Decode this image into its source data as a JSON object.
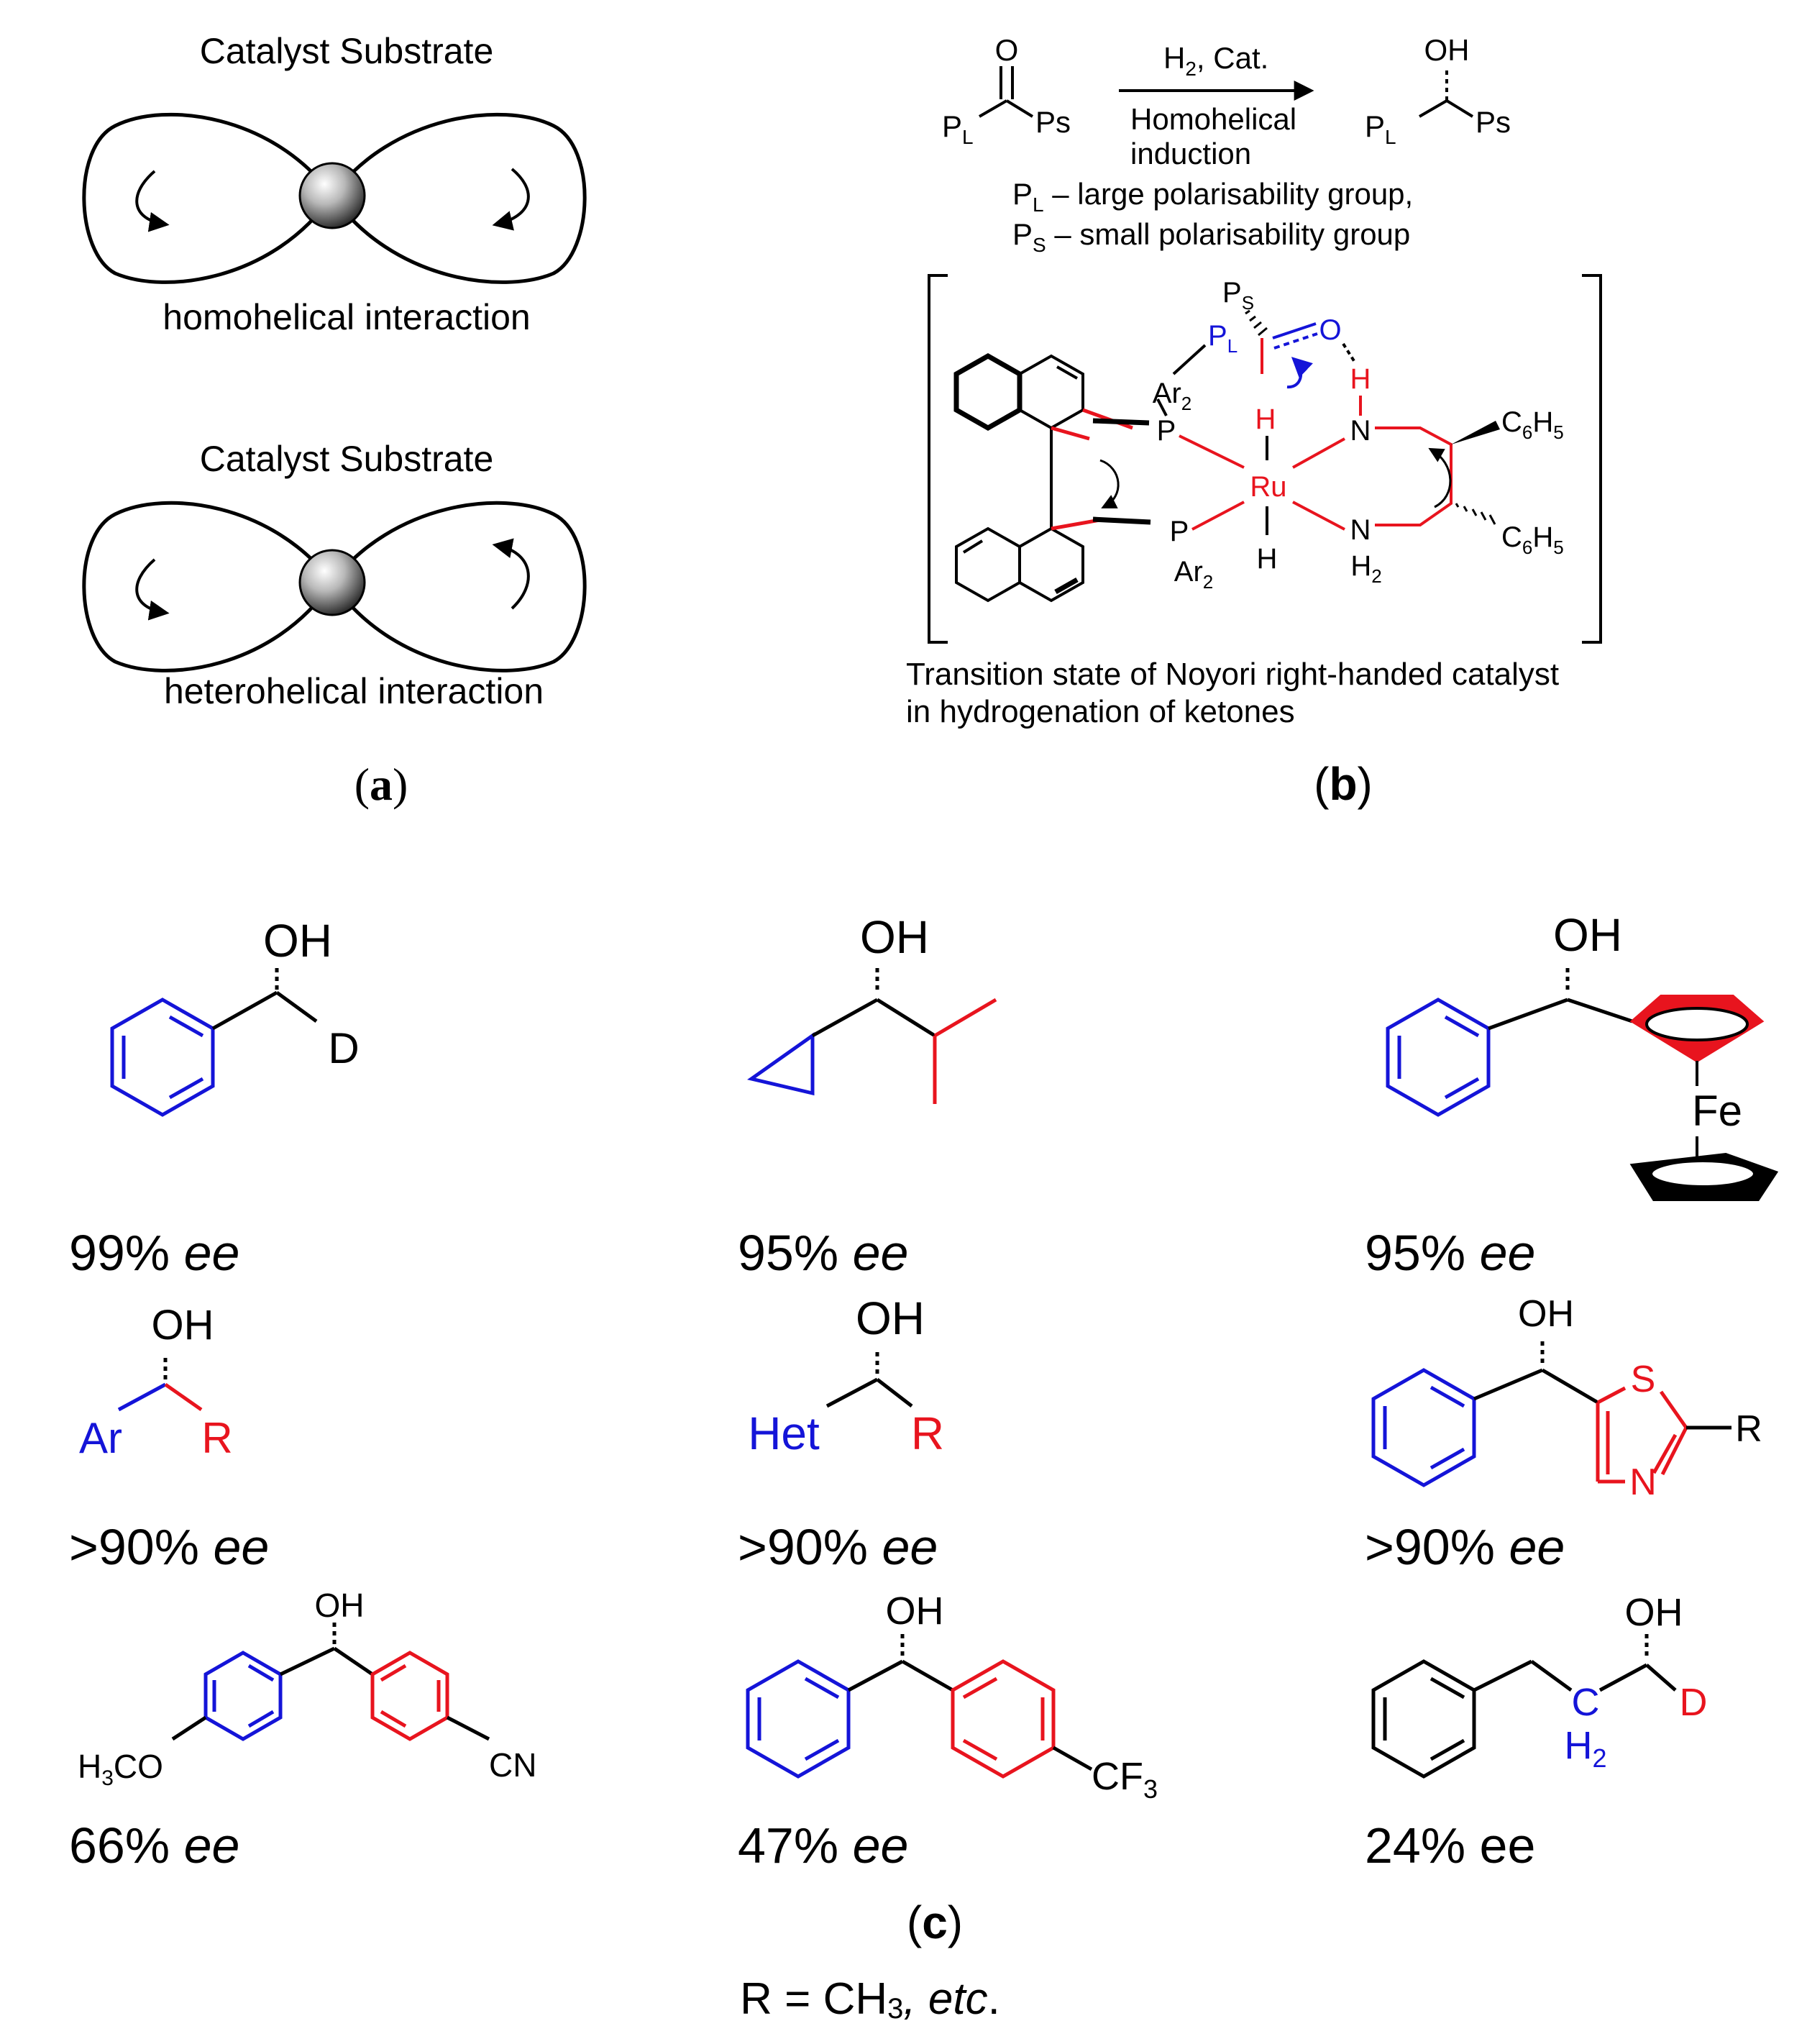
{
  "colors": {
    "ink": "#000000",
    "blue": "#1414d8",
    "red": "#e8141e"
  },
  "panel_a": {
    "label_open": "(",
    "label_letter": "a",
    "label_close": ")",
    "top": {
      "header": "Catalyst Substrate",
      "caption": "homohelical interaction"
    },
    "bottom": {
      "header": "Catalyst Substrate",
      "caption": "heterohelical interaction"
    }
  },
  "panel_b": {
    "label_open": "(",
    "label_letter": "b",
    "label_close": ")",
    "reaction": {
      "ketone_o": "O",
      "pl_base": "P",
      "pl_sub": "L",
      "ps_text": "Ps",
      "reagent_h": "H",
      "reagent_sub": "2",
      "reagent_rest": ", Cat.",
      "condition_line1": "Homohelical",
      "condition_line2": "induction",
      "product_oh": "OH",
      "product_pl_base": "P",
      "product_pl_sub": "L",
      "product_ps": "Ps"
    },
    "legend": {
      "line1_base": "P",
      "line1_sub": "L",
      "line1_rest": " – large polarisability group,",
      "line2_base": "P",
      "line2_sub": "S",
      "line2_rest": " – small polarisability group"
    },
    "ts": {
      "ps_base": "P",
      "ps_sub": "S",
      "pl_base": "P",
      "pl_sub": "L",
      "o": "O",
      "h_top": "H",
      "n_top": "N",
      "h_ru_top": "H",
      "ru": "Ru",
      "h_ru_bottom": "H",
      "p_top": "P",
      "ar_top_base": "Ar",
      "ar_top_sub": "2",
      "p_bottom": "P",
      "ar_bottom_base": "Ar",
      "ar_bottom_sub": "2",
      "n_bottom": "N",
      "h2_base": "H",
      "h2_sub": "2",
      "c6h5_top_a": "C",
      "c6h5_top_b": "6",
      "c6h5_top_c": "H",
      "c6h5_top_d": "5",
      "c6h5_bottom_a": "C",
      "c6h5_bottom_b": "6",
      "c6h5_bottom_c": "H",
      "c6h5_bottom_d": "5"
    },
    "caption_line1": "Transition state of Noyori right-handed catalyst",
    "caption_line2": "in hydrogenation of ketones"
  },
  "panel_c": {
    "label_open": "(",
    "label_letter": "c",
    "label_close": ")",
    "footnote_prefix": "R = CH",
    "footnote_sub": "3",
    "footnote_sep": ", ",
    "footnote_italic": "etc",
    "footnote_end": ".",
    "ee_suffix": "ee",
    "compounds": [
      {
        "oh": "OH",
        "atom": "D",
        "value": "99% "
      },
      {
        "oh": "OH",
        "value": "95% "
      },
      {
        "oh": "OH",
        "atom": "Fe",
        "value": "95% "
      },
      {
        "oh": "OH",
        "left": "Ar",
        "right": "R",
        "value": ">90% "
      },
      {
        "oh": "OH",
        "left": "Het",
        "right": "R",
        "value": ">90% "
      },
      {
        "oh": "OH",
        "s": "S",
        "n": "N",
        "r": "R",
        "value": ">90% "
      },
      {
        "oh": "OH",
        "meo_a": "H",
        "meo_b": "3",
        "meo_c": "CO",
        "cn": "CN",
        "value": "66% "
      },
      {
        "oh": "OH",
        "cf_a": "CF",
        "cf_b": "3",
        "value": "47% "
      },
      {
        "oh": "OH",
        "c": "C",
        "h_a": "H",
        "h_b": "2",
        "d": "D",
        "value": "24% ee"
      }
    ]
  }
}
